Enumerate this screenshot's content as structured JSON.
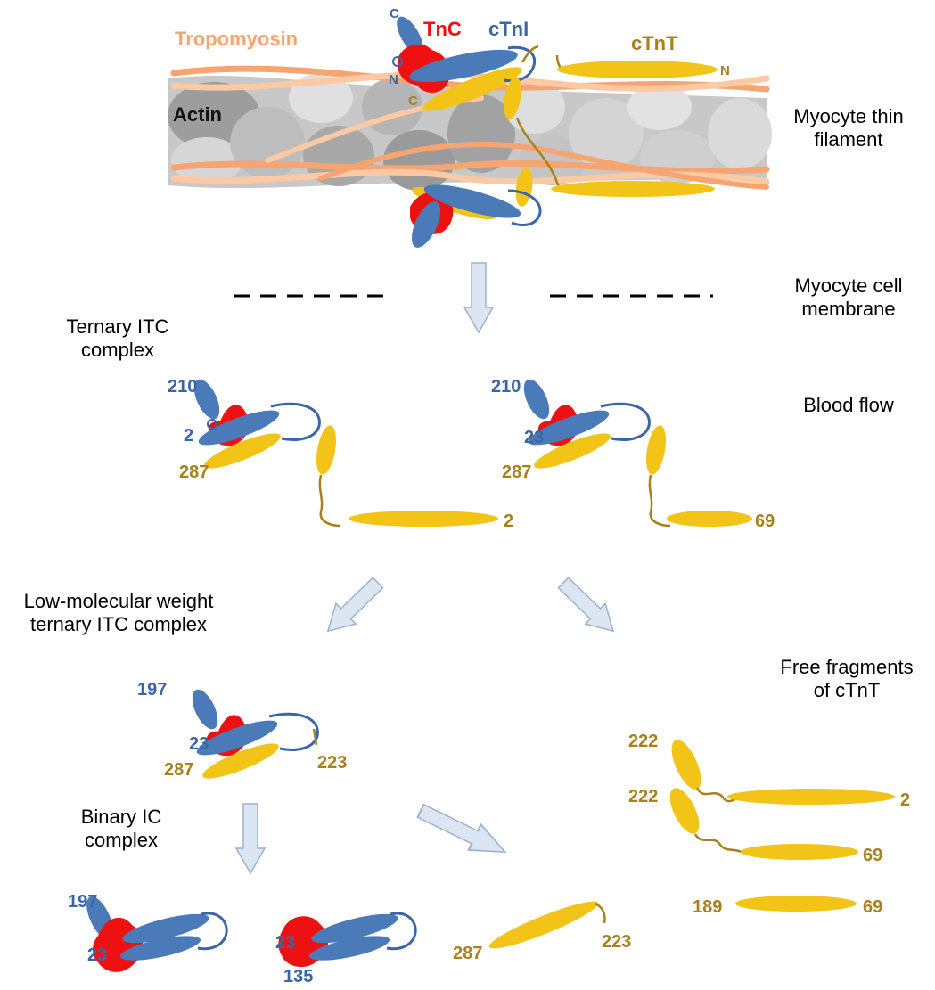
{
  "colors": {
    "tnc": "#ee1111",
    "ctni": "#4a7ab8",
    "ctnt": "#f2c418",
    "ctnt_text": "#a9811b",
    "ctni_text": "#3a66a8",
    "tropomyosin": "#f6a470",
    "actin_light": "#d9d9d9",
    "actin_dark": "#9d9d9d",
    "arrow_fill": "#dce6f2",
    "arrow_stroke": "#9bb1cf"
  },
  "filament": {
    "tropomyosin_label": "Tropomyosin",
    "tnc_label": "TnC",
    "ctni_label": "cTnI",
    "ctnt_label": "cTnT",
    "actin_label": "Actin",
    "ctni_c": "C",
    "ctni_n": "N",
    "ctnt_c": "C",
    "ctnt_n": "N",
    "caption": [
      "Myocyte thin",
      "filament"
    ]
  },
  "membrane_caption": [
    "Myocyte cell",
    "membrane"
  ],
  "blood_flow": "Blood flow",
  "ternary": {
    "title": [
      "Ternary ITC",
      "complex"
    ],
    "left": {
      "ctni_c": "210",
      "ctni_n": "2",
      "ctnt_c": "287",
      "ctnt_n": "2"
    },
    "right": {
      "ctni_c": "210",
      "ctni_n": "23",
      "ctnt_c": "287",
      "ctnt_n": "69"
    }
  },
  "lmw": {
    "title": [
      "Low-molecular weight",
      "ternary ITC complex"
    ],
    "ctni_c": "197",
    "ctni_n": "23",
    "ctnt_c": "287",
    "ctnt_n": "223"
  },
  "free": {
    "title": [
      "Free fragments",
      "of cTnT"
    ],
    "frag1": {
      "c": "222",
      "n": "2"
    },
    "frag2": {
      "c": "222",
      "n": "69"
    },
    "frag3": {
      "c": "189",
      "n": "69"
    }
  },
  "binary": {
    "title": [
      "Binary IC",
      "complex"
    ],
    "left": {
      "ctni_c": "197",
      "ctni_n": "23"
    },
    "right": {
      "ctni_n": "23",
      "ctni_c": "135"
    }
  },
  "ctnt_fragment": {
    "c": "287",
    "n": "223"
  }
}
